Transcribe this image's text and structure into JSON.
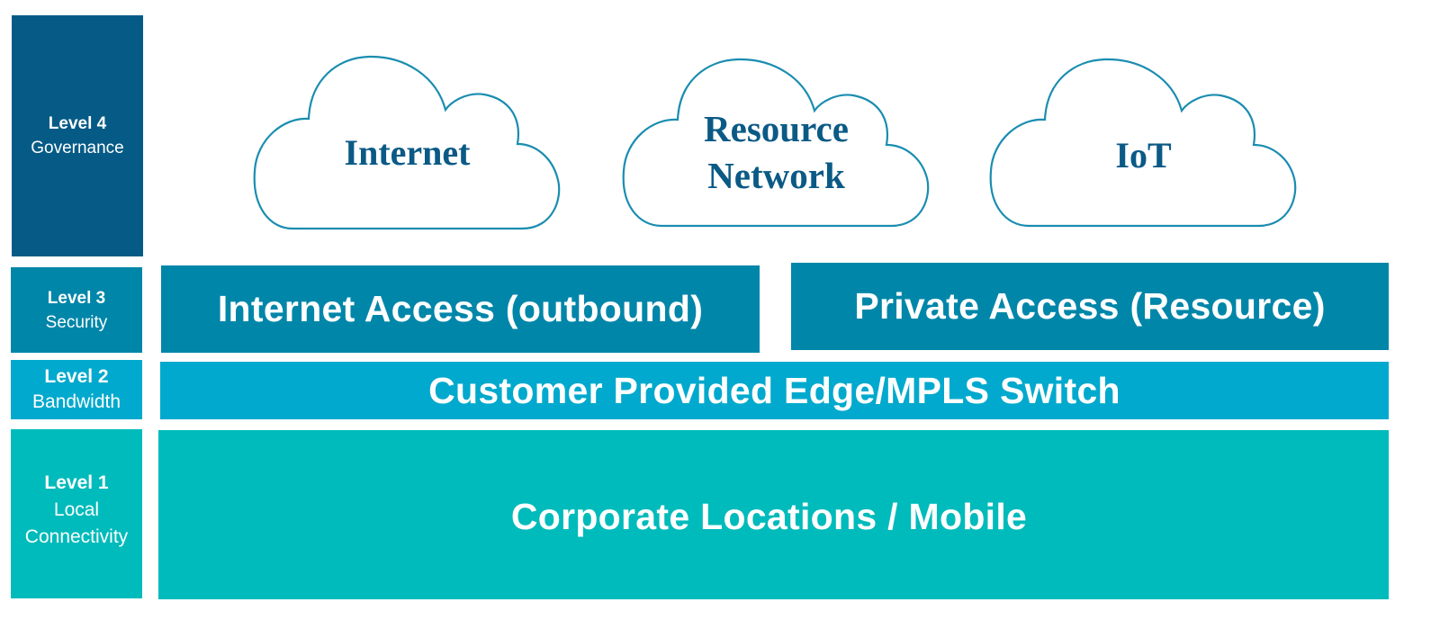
{
  "levels": [
    {
      "number": "Level 4",
      "name": "Governance",
      "color": "#055b86"
    },
    {
      "number": "Level 3",
      "name": "Security",
      "color": "#0086a9"
    },
    {
      "number": "Level 2",
      "name": "Bandwidth",
      "color": "#00a9cd"
    },
    {
      "number": "Level 1",
      "name_line1": "Local",
      "name_line2": "Connectivity",
      "color": "#00bbbb"
    }
  ],
  "clouds": [
    {
      "label": "Internet"
    },
    {
      "label_line1": "Resource",
      "label_line2": "Network"
    },
    {
      "label": "IoT"
    }
  ],
  "security_layer": {
    "internet_access": "Internet Access (outbound)",
    "private_access": "Private Access (Resource)"
  },
  "bandwidth_layer": {
    "label": "Customer Provided Edge/MPLS Switch"
  },
  "connectivity_layer": {
    "label": "Corporate Locations / Mobile"
  },
  "colors": {
    "cloud_outline": "#1a8db0",
    "cloud_text": "#0b5a86"
  }
}
